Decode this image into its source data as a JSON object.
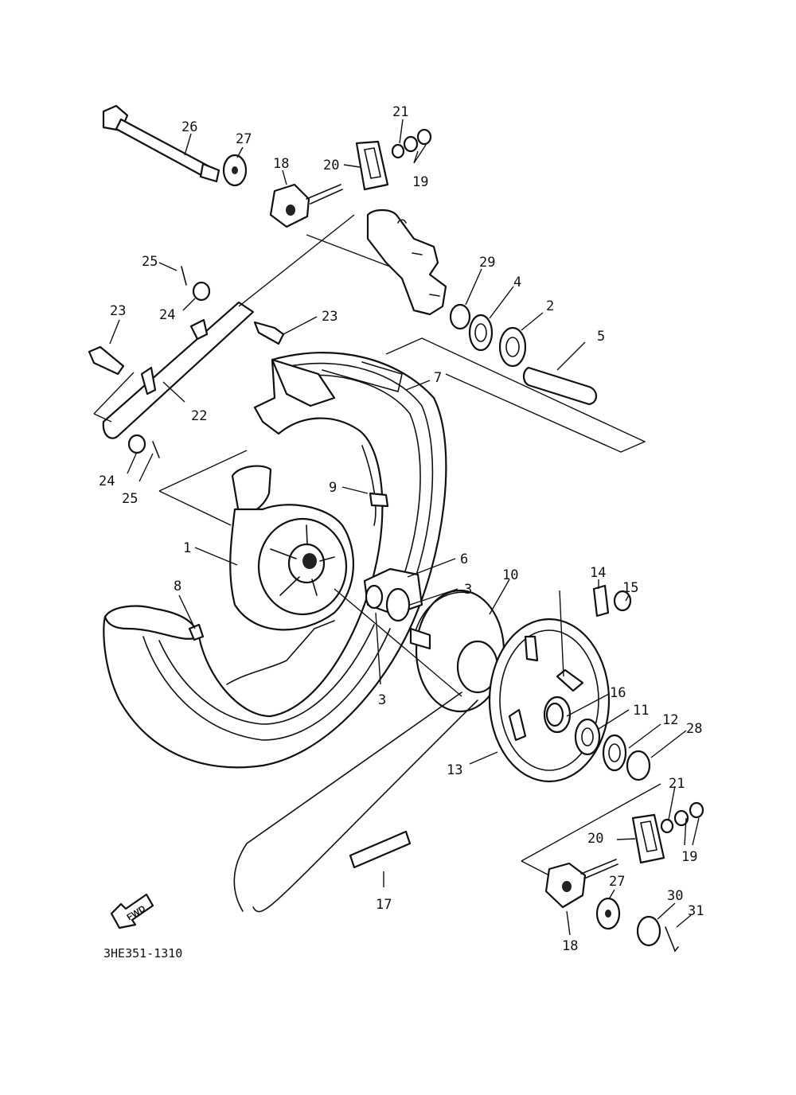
{
  "diagram": {
    "code": "3HE351-1310",
    "fwd_label": "FWD",
    "callouts": {
      "c1": "1",
      "c2": "2",
      "c3a": "3",
      "c3b": "3",
      "c4": "4",
      "c5": "5",
      "c6": "6",
      "c7": "7",
      "c8": "8",
      "c9": "9",
      "c10": "10",
      "c11": "11",
      "c12": "12",
      "c13": "13",
      "c14": "14",
      "c15": "15",
      "c16": "16",
      "c17": "17",
      "c18a": "18",
      "c18b": "18",
      "c19a": "19",
      "c19b": "19",
      "c20a": "20",
      "c20b": "20",
      "c21a": "21",
      "c21b": "21",
      "c22": "22",
      "c23a": "23",
      "c23b": "23",
      "c24a": "24",
      "c24b": "24",
      "c25a": "25",
      "c25b": "25",
      "c26": "26",
      "c27a": "27",
      "c27b": "27",
      "c28": "28",
      "c29": "29",
      "c30": "30",
      "c31": "31"
    }
  }
}
